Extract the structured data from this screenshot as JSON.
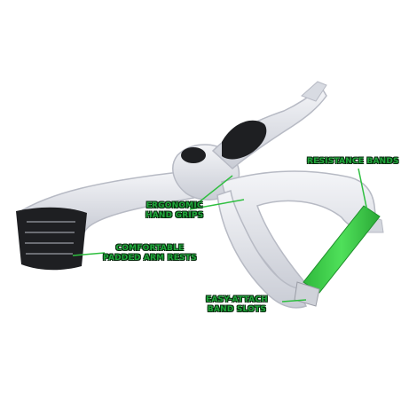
{
  "callouts": {
    "resistance_bands": "Resistance Bands",
    "hand_grips_line1": "Ergonomic",
    "hand_grips_line2": "Hand Grips",
    "arm_rests_line1": "Comfortable",
    "arm_rests_line2": "Padded Arm Rests",
    "band_slots_line1": "Easy-Attach",
    "band_slots_line2": "Band Slots"
  },
  "colors": {
    "background": "#ffffff",
    "device_body": "#e6e8ee",
    "grip_pad": "#1e1f22",
    "band": "#3fd14d",
    "callout_text": "#1fa83a",
    "leader_line": "#2fbf40"
  },
  "icons": [
    "arm-rest-pad",
    "hand-grip-pad",
    "resistance-band"
  ]
}
